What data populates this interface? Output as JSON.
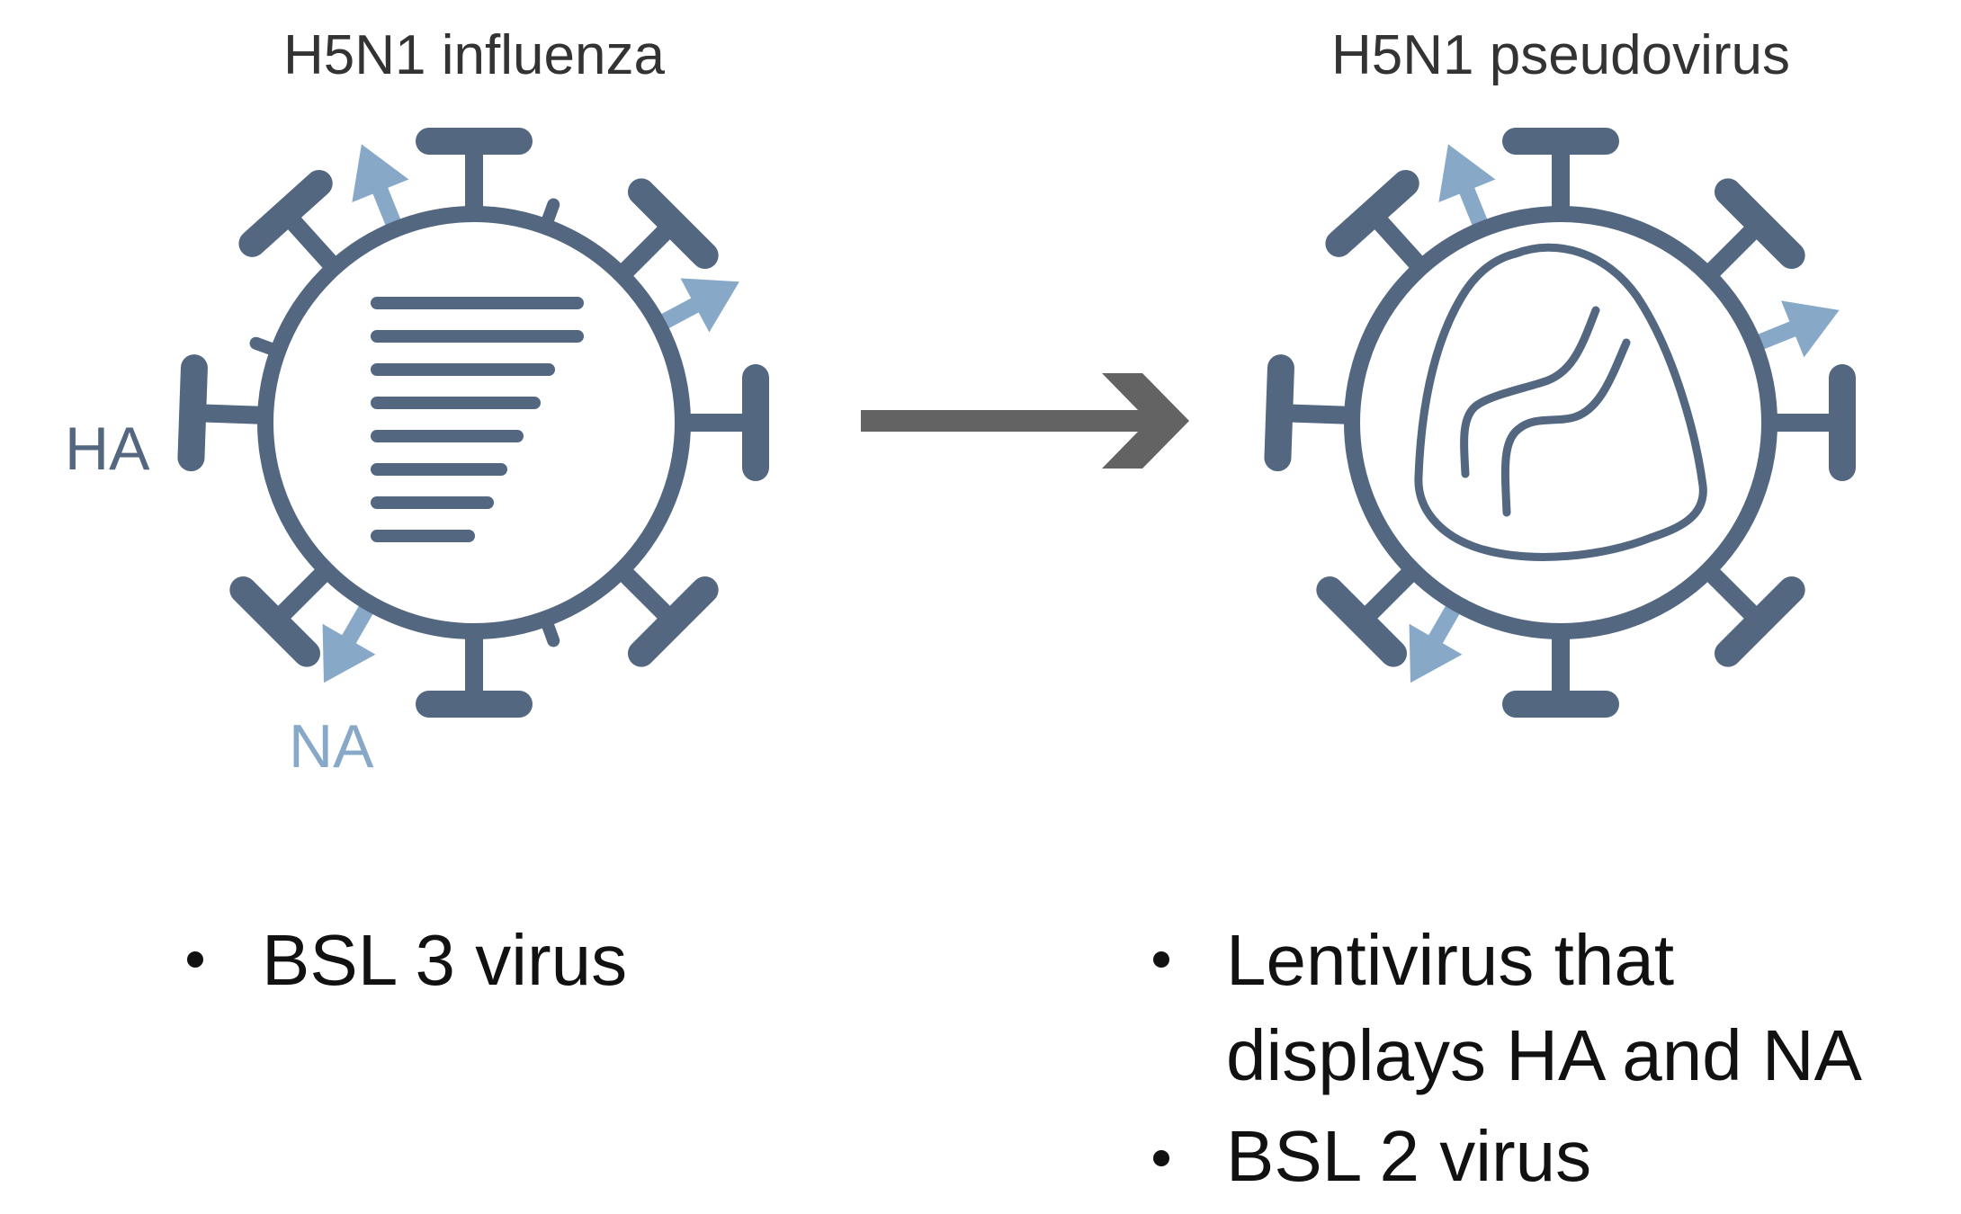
{
  "colors": {
    "virus": "#536780",
    "na": "#87a9c7",
    "arrow": "#636363",
    "text": "#111111",
    "title": "#333333"
  },
  "left_virus": {
    "title": "H5N1 influenza",
    "ha_label": "HA",
    "na_label": "NA",
    "genome_segments": 8,
    "bullets": [
      "BSL 3 virus"
    ]
  },
  "right_virus": {
    "title": "H5N1 pseudovirus",
    "bullets": [
      "Lentivirus that displays HA and NA",
      "BSL 2 virus"
    ]
  },
  "transition_icon": "right-arrow-icon"
}
